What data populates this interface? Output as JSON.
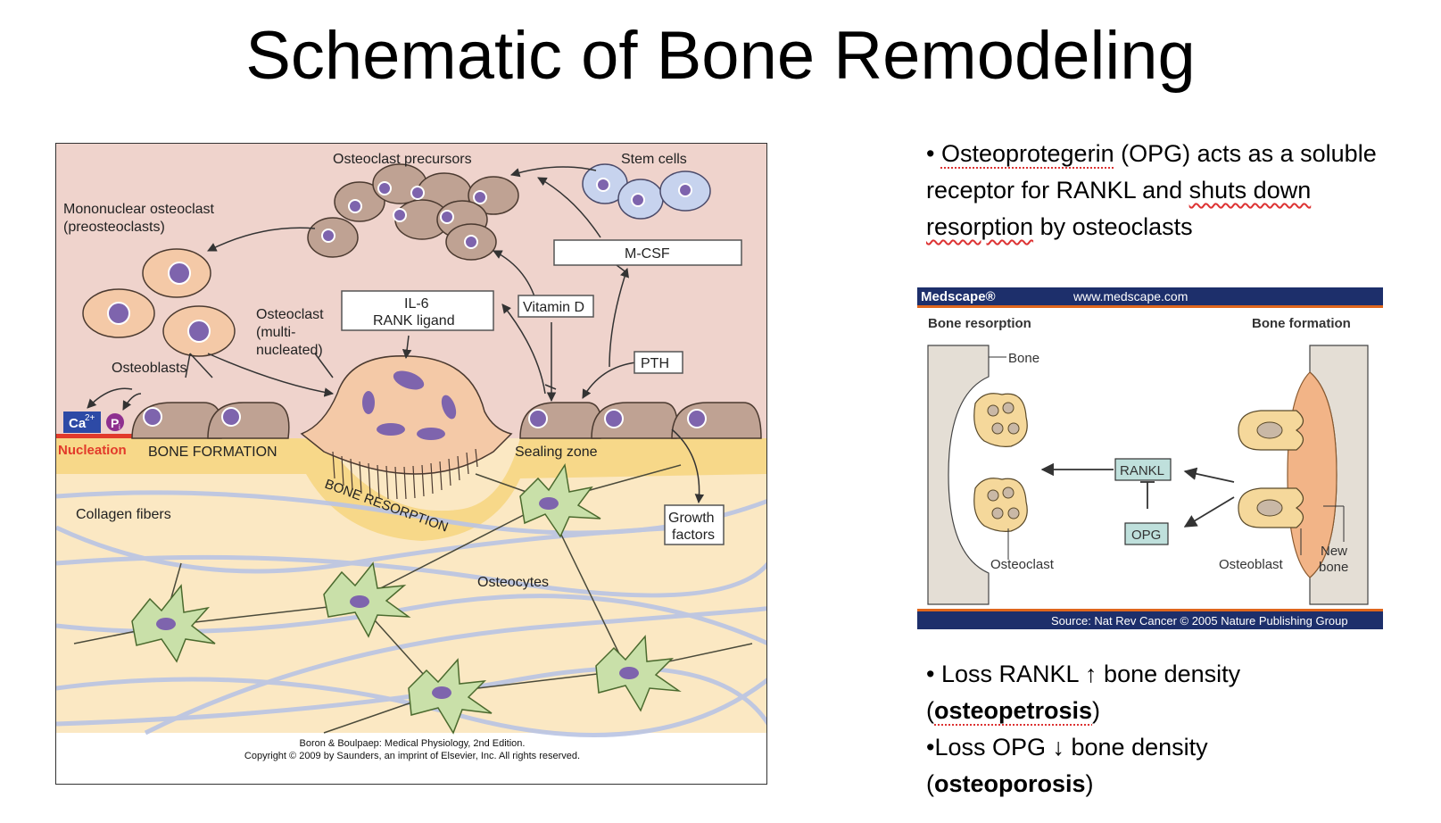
{
  "title": "Schematic of Bone Remodeling",
  "left_figure": {
    "labels": {
      "osteoclast_precursors": "Osteoclast precursors",
      "stem_cells": "Stem cells",
      "mononuclear_line1": "Mononuclear osteoclast",
      "mononuclear_line2": "(preosteoclasts)",
      "mcsf": "M-CSF",
      "il6_line1": "IL-6",
      "il6_line2": "RANK ligand",
      "vitamin_d": "Vitamin D",
      "osteoclast_line1": "Osteoclast",
      "osteoclast_line2": "(multi-",
      "osteoclast_line3": "nucleated)",
      "osteoblasts": "Osteoblasts",
      "pth": "PTH",
      "ca": "Ca",
      "ca_sup": "2+",
      "pi": "P",
      "pi_sub": "i",
      "nucleation": "Nucleation",
      "bone_formation": "BONE FORMATION",
      "sealing_zone": "Sealing zone",
      "bone_resorption": "BONE RESORPTION",
      "collagen_fibers": "Collagen fibers",
      "growth_line1": "Growth",
      "growth_line2": "factors",
      "osteocytes": "Osteocytes"
    },
    "credit_line1": "Boron & Boulpaep: Medical Physiology, 2nd Edition.",
    "credit_line2": "Copyright © 2009 by Saunders, an imprint of Elsevier, Inc. All rights reserved.",
    "colors": {
      "background_pink": "#efd3cc",
      "bone_yellow": "#f7d889",
      "cell_brown": "#bfa293",
      "nucleus_purple": "#7e64ad",
      "osteocyte_green": "#c9e0a9"
    }
  },
  "bullets_top": {
    "b1_part1": "Osteoprotegerin",
    "b1_part2": " (OPG) acts as a soluble receptor for RANKL and ",
    "b1_part3": "shuts down resorption",
    "b1_part4": " by osteoclasts"
  },
  "medscape": {
    "logo": "Medscape®",
    "url": "www.medscape.com",
    "bone_resorption": "Bone resorption",
    "bone_formation": "Bone formation",
    "bone": "Bone",
    "rankl": "RANKL",
    "opg": "OPG",
    "osteoclast": "Osteoclast",
    "osteoblast": "Osteoblast",
    "new_line1": "New",
    "new_line2": "bone",
    "source": "Source: Nat Rev Cancer © 2005 Nature Publishing Group",
    "colors": {
      "bar_navy": "#1d2f6b",
      "bar_orange": "#e0661c",
      "box_teal": "#bfe0dc"
    }
  },
  "bullets_bottom": {
    "b2_part1": "Loss RANKL ",
    "b2_arrow": "↑",
    "b2_part2": " bone density",
    "b2_bold": "osteopetrosis",
    "b3_part1": "•Loss OPG ",
    "b3_arrow": "↓",
    "b3_part2": " bone density",
    "b3_bold": "osteoporosis"
  }
}
